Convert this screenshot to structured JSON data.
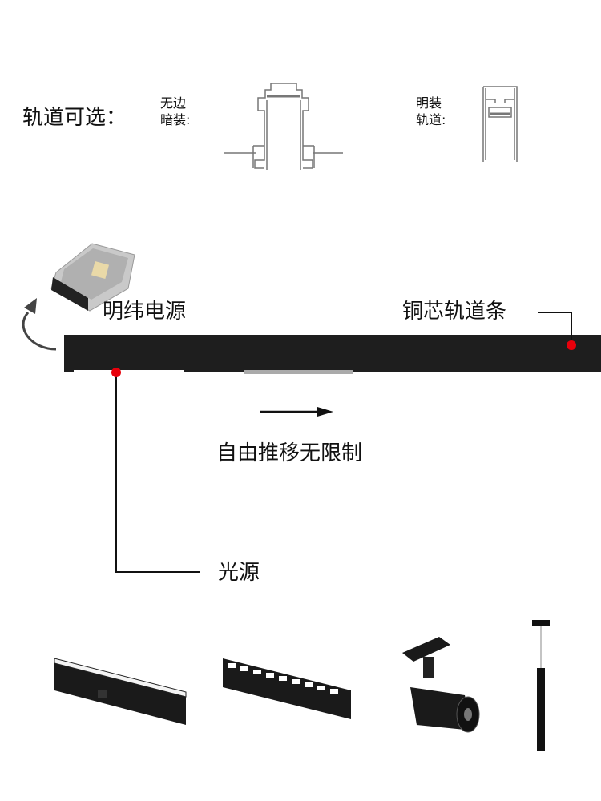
{
  "track_options": {
    "title": "轨道可选：",
    "recessed_label_line1": "无边",
    "recessed_label_line2": "暗装:",
    "surface_label_line1": "明装",
    "surface_label_line2": "轨道:"
  },
  "diagram": {
    "power_supply_label": "明纬电源",
    "track_label": "铜芯轨道条",
    "move_label": "自由推移无限制",
    "light_source_label": "光源"
  },
  "colors": {
    "track": "#1e1e1e",
    "marker": "#e8000b",
    "line": "#111111"
  },
  "products": [
    "linear-light",
    "grille-light",
    "spotlight",
    "pendant-light"
  ]
}
